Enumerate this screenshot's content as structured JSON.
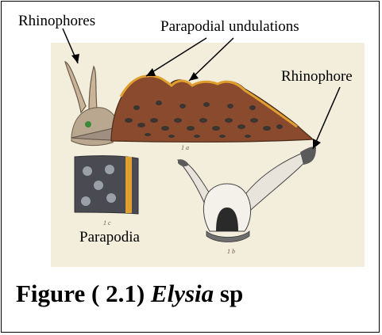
{
  "labels": {
    "rhinophores": "Rhinophores",
    "parapodial_undulations": "Parapodial undulations",
    "rhinophore": "Rhinophore",
    "parapodia": "Parapodia"
  },
  "plate_marks": {
    "fig_1a": "1 a",
    "fig_1b": "1 b",
    "fig_1c": "1 c"
  },
  "caption": {
    "prefix": "Figure ( 2.1) ",
    "genus": "Elysia",
    "suffix": " sp"
  },
  "colors": {
    "plate_background": "#f3eedc",
    "body_brown": "#8a4a2e",
    "parapodia_edge_orange": "#e0a030",
    "spots_dark": "#3c3430"
  }
}
